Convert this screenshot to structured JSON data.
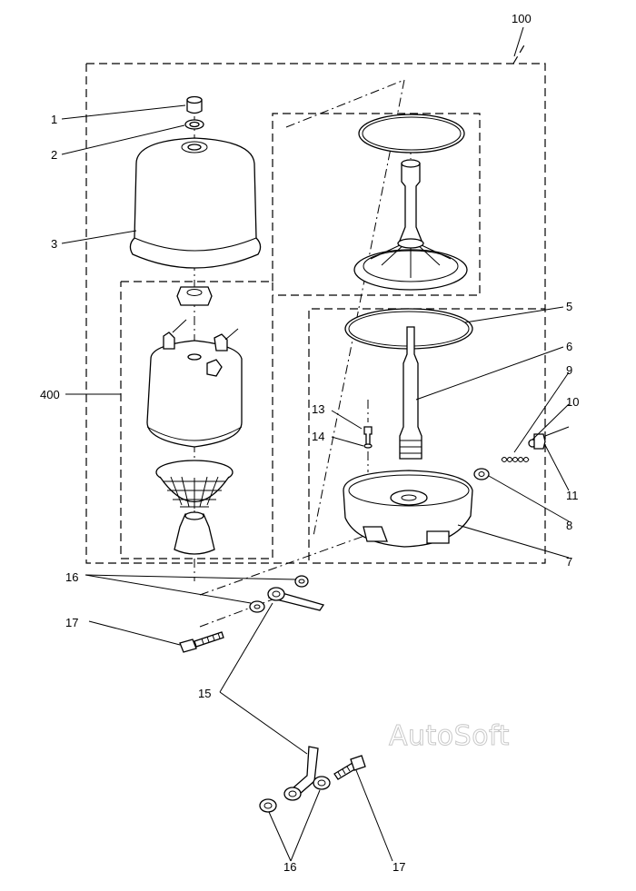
{
  "labels": {
    "l100": "100",
    "l1": "1",
    "l2": "2",
    "l3": "3",
    "l400": "400",
    "l5": "5",
    "l6": "6",
    "l9": "9",
    "l10": "10",
    "l13": "13",
    "l14": "14",
    "l11": "11",
    "l8": "8",
    "l7": "7",
    "l16a": "16",
    "l17a": "17",
    "l15": "15",
    "l16b": "16",
    "l17b": "17"
  },
  "watermark": "AutoSoft"
}
